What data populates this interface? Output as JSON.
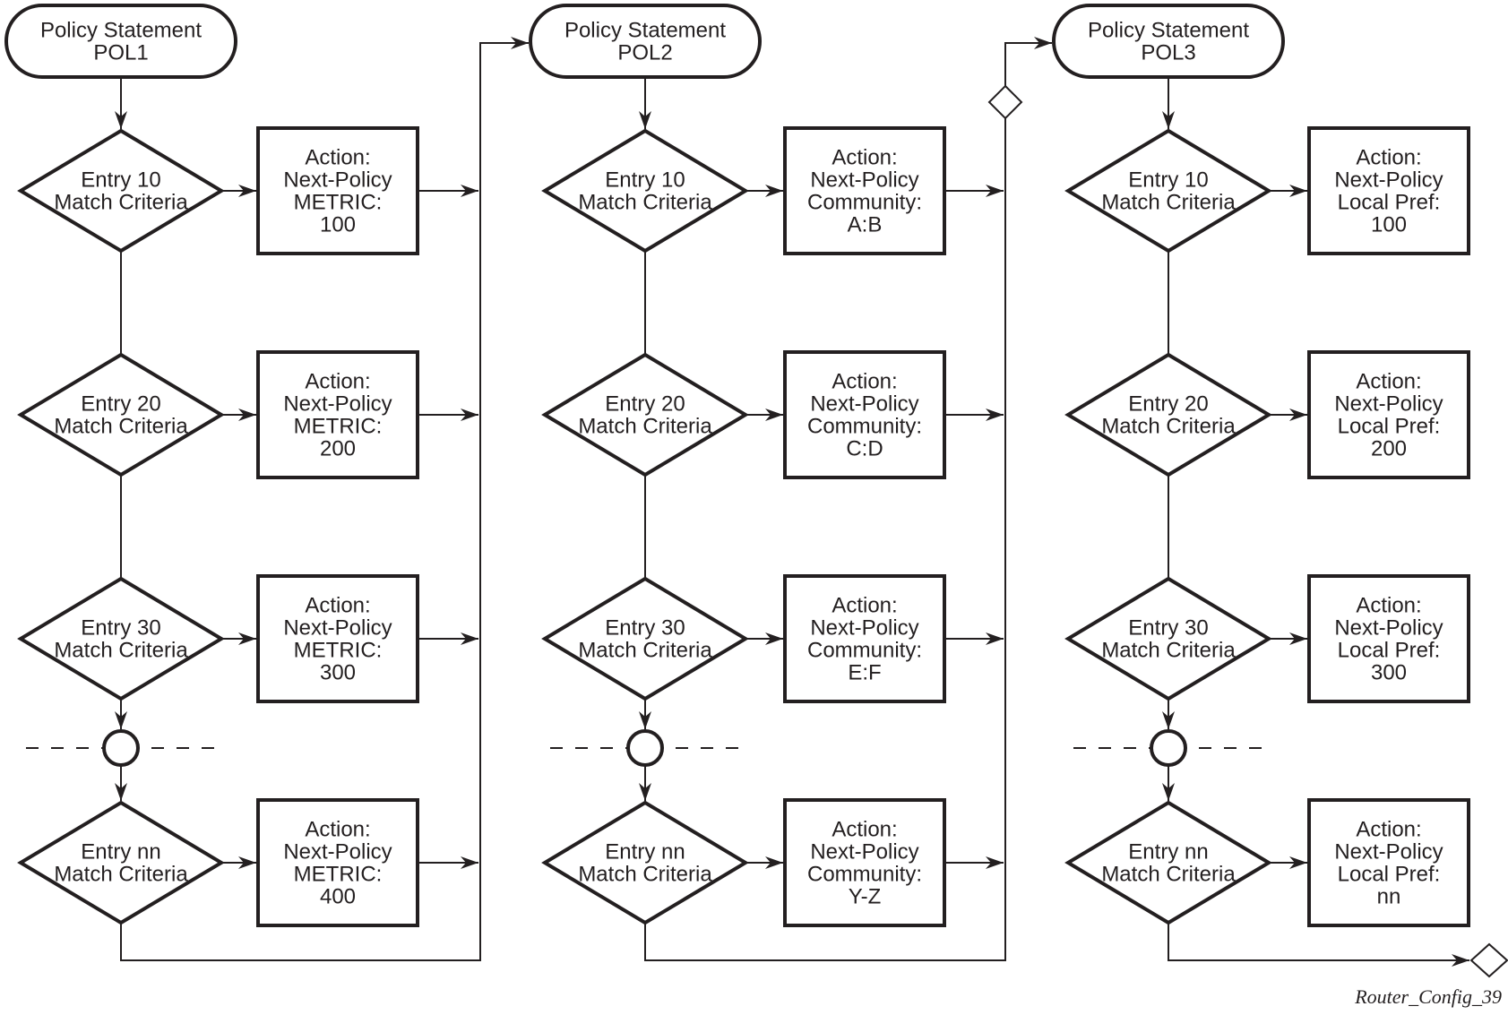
{
  "colors": {
    "stroke": "#231f20",
    "fill": "#ffffff"
  },
  "caption": "Router_Config_39",
  "columns": [
    {
      "id": "pol1",
      "header": [
        "Policy Statement",
        "POL1"
      ],
      "entries": [
        {
          "criteria": [
            "Entry 10",
            "Match Criteria"
          ],
          "action": [
            "Action:",
            "Next-Policy",
            "METRIC:",
            "100"
          ]
        },
        {
          "criteria": [
            "Entry 20",
            "Match Criteria"
          ],
          "action": [
            "Action:",
            "Next-Policy",
            "METRIC:",
            "200"
          ]
        },
        {
          "criteria": [
            "Entry 30",
            "Match Criteria"
          ],
          "action": [
            "Action:",
            "Next-Policy",
            "METRIC:",
            "300"
          ]
        },
        {
          "criteria": [
            "Entry nn",
            "Match Criteria"
          ],
          "action": [
            "Action:",
            "Next-Policy",
            "METRIC:",
            "400"
          ]
        }
      ]
    },
    {
      "id": "pol2",
      "header": [
        "Policy Statement",
        "POL2"
      ],
      "entries": [
        {
          "criteria": [
            "Entry 10",
            "Match Criteria"
          ],
          "action": [
            "Action:",
            "Next-Policy",
            "Community:",
            "A:B"
          ]
        },
        {
          "criteria": [
            "Entry 20",
            "Match Criteria"
          ],
          "action": [
            "Action:",
            "Next-Policy",
            "Community:",
            "C:D"
          ]
        },
        {
          "criteria": [
            "Entry 30",
            "Match Criteria"
          ],
          "action": [
            "Action:",
            "Next-Policy",
            "Community:",
            "E:F"
          ]
        },
        {
          "criteria": [
            "Entry nn",
            "Match Criteria"
          ],
          "action": [
            "Action:",
            "Next-Policy",
            "Community:",
            "Y-Z"
          ]
        }
      ]
    },
    {
      "id": "pol3",
      "header": [
        "Policy Statement",
        "POL3"
      ],
      "entries": [
        {
          "criteria": [
            "Entry 10",
            "Match Criteria"
          ],
          "action": [
            "Action:",
            "Next-Policy",
            "Local Pref:",
            "100"
          ]
        },
        {
          "criteria": [
            "Entry 20",
            "Match Criteria"
          ],
          "action": [
            "Action:",
            "Next-Policy",
            "Local Pref:",
            "200"
          ]
        },
        {
          "criteria": [
            "Entry 30",
            "Match Criteria"
          ],
          "action": [
            "Action:",
            "Next-Policy",
            "Local Pref:",
            "300"
          ]
        },
        {
          "criteria": [
            "Entry nn",
            "Match Criteria"
          ],
          "action": [
            "Action:",
            "Next-Policy",
            "Local Pref:",
            "nn"
          ]
        }
      ]
    }
  ]
}
